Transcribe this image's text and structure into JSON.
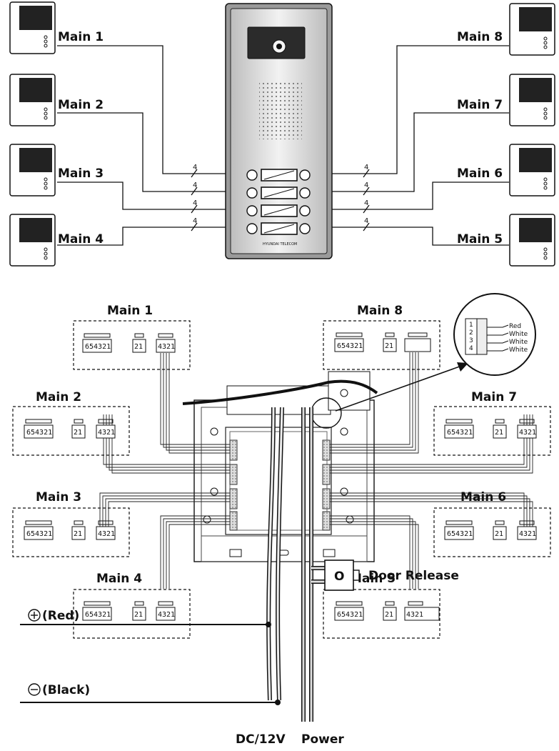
{
  "monitors": {
    "main1": "Main 1",
    "main2": "Main 2",
    "main3": "Main 3",
    "main4": "Main 4",
    "main5": "Main 5",
    "main6": "Main 6",
    "main7": "Main 7",
    "main8": "Main 8"
  },
  "wire_count": "4",
  "panel": {
    "brand_text": "HYUNDAI TELECOM"
  },
  "terminals": {
    "block_a": "654321",
    "block_b": "21",
    "block_c": "4321"
  },
  "connector": {
    "pins": [
      "1",
      "2",
      "3",
      "4"
    ],
    "wires": [
      "Red",
      "White",
      "White",
      "White"
    ]
  },
  "power": {
    "plus_label": "(Red)",
    "minus_label": "(Black)",
    "dc_label": "DC/12V",
    "power_label": "Power"
  },
  "door_release": {
    "label": "Door Release",
    "symbol": "O"
  }
}
